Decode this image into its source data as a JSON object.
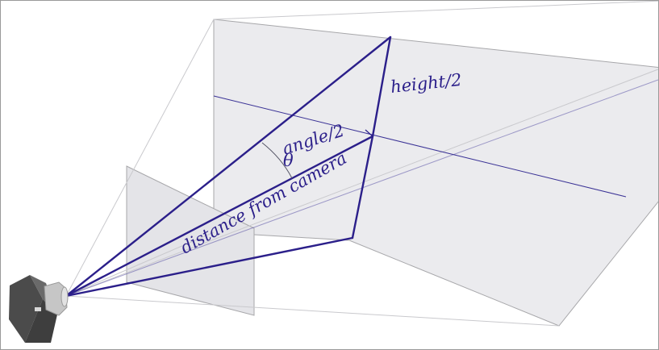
{
  "diagram": {
    "labels": {
      "height_half": "height/2",
      "angle_half": "angle/2",
      "distance": "distance from camera",
      "theta": "θ"
    },
    "colors": {
      "background": "#ffffff",
      "plane_fill": "#ebebee",
      "plane_edge": "#a7a7aa",
      "frustum_line": "#c9c9cd",
      "ray": "#2b1f8a",
      "axis_line": "#3b3396",
      "camera_body": "#555555",
      "camera_lens": "#c6c6c6"
    },
    "icons": {
      "camera": "camera-icon"
    }
  }
}
